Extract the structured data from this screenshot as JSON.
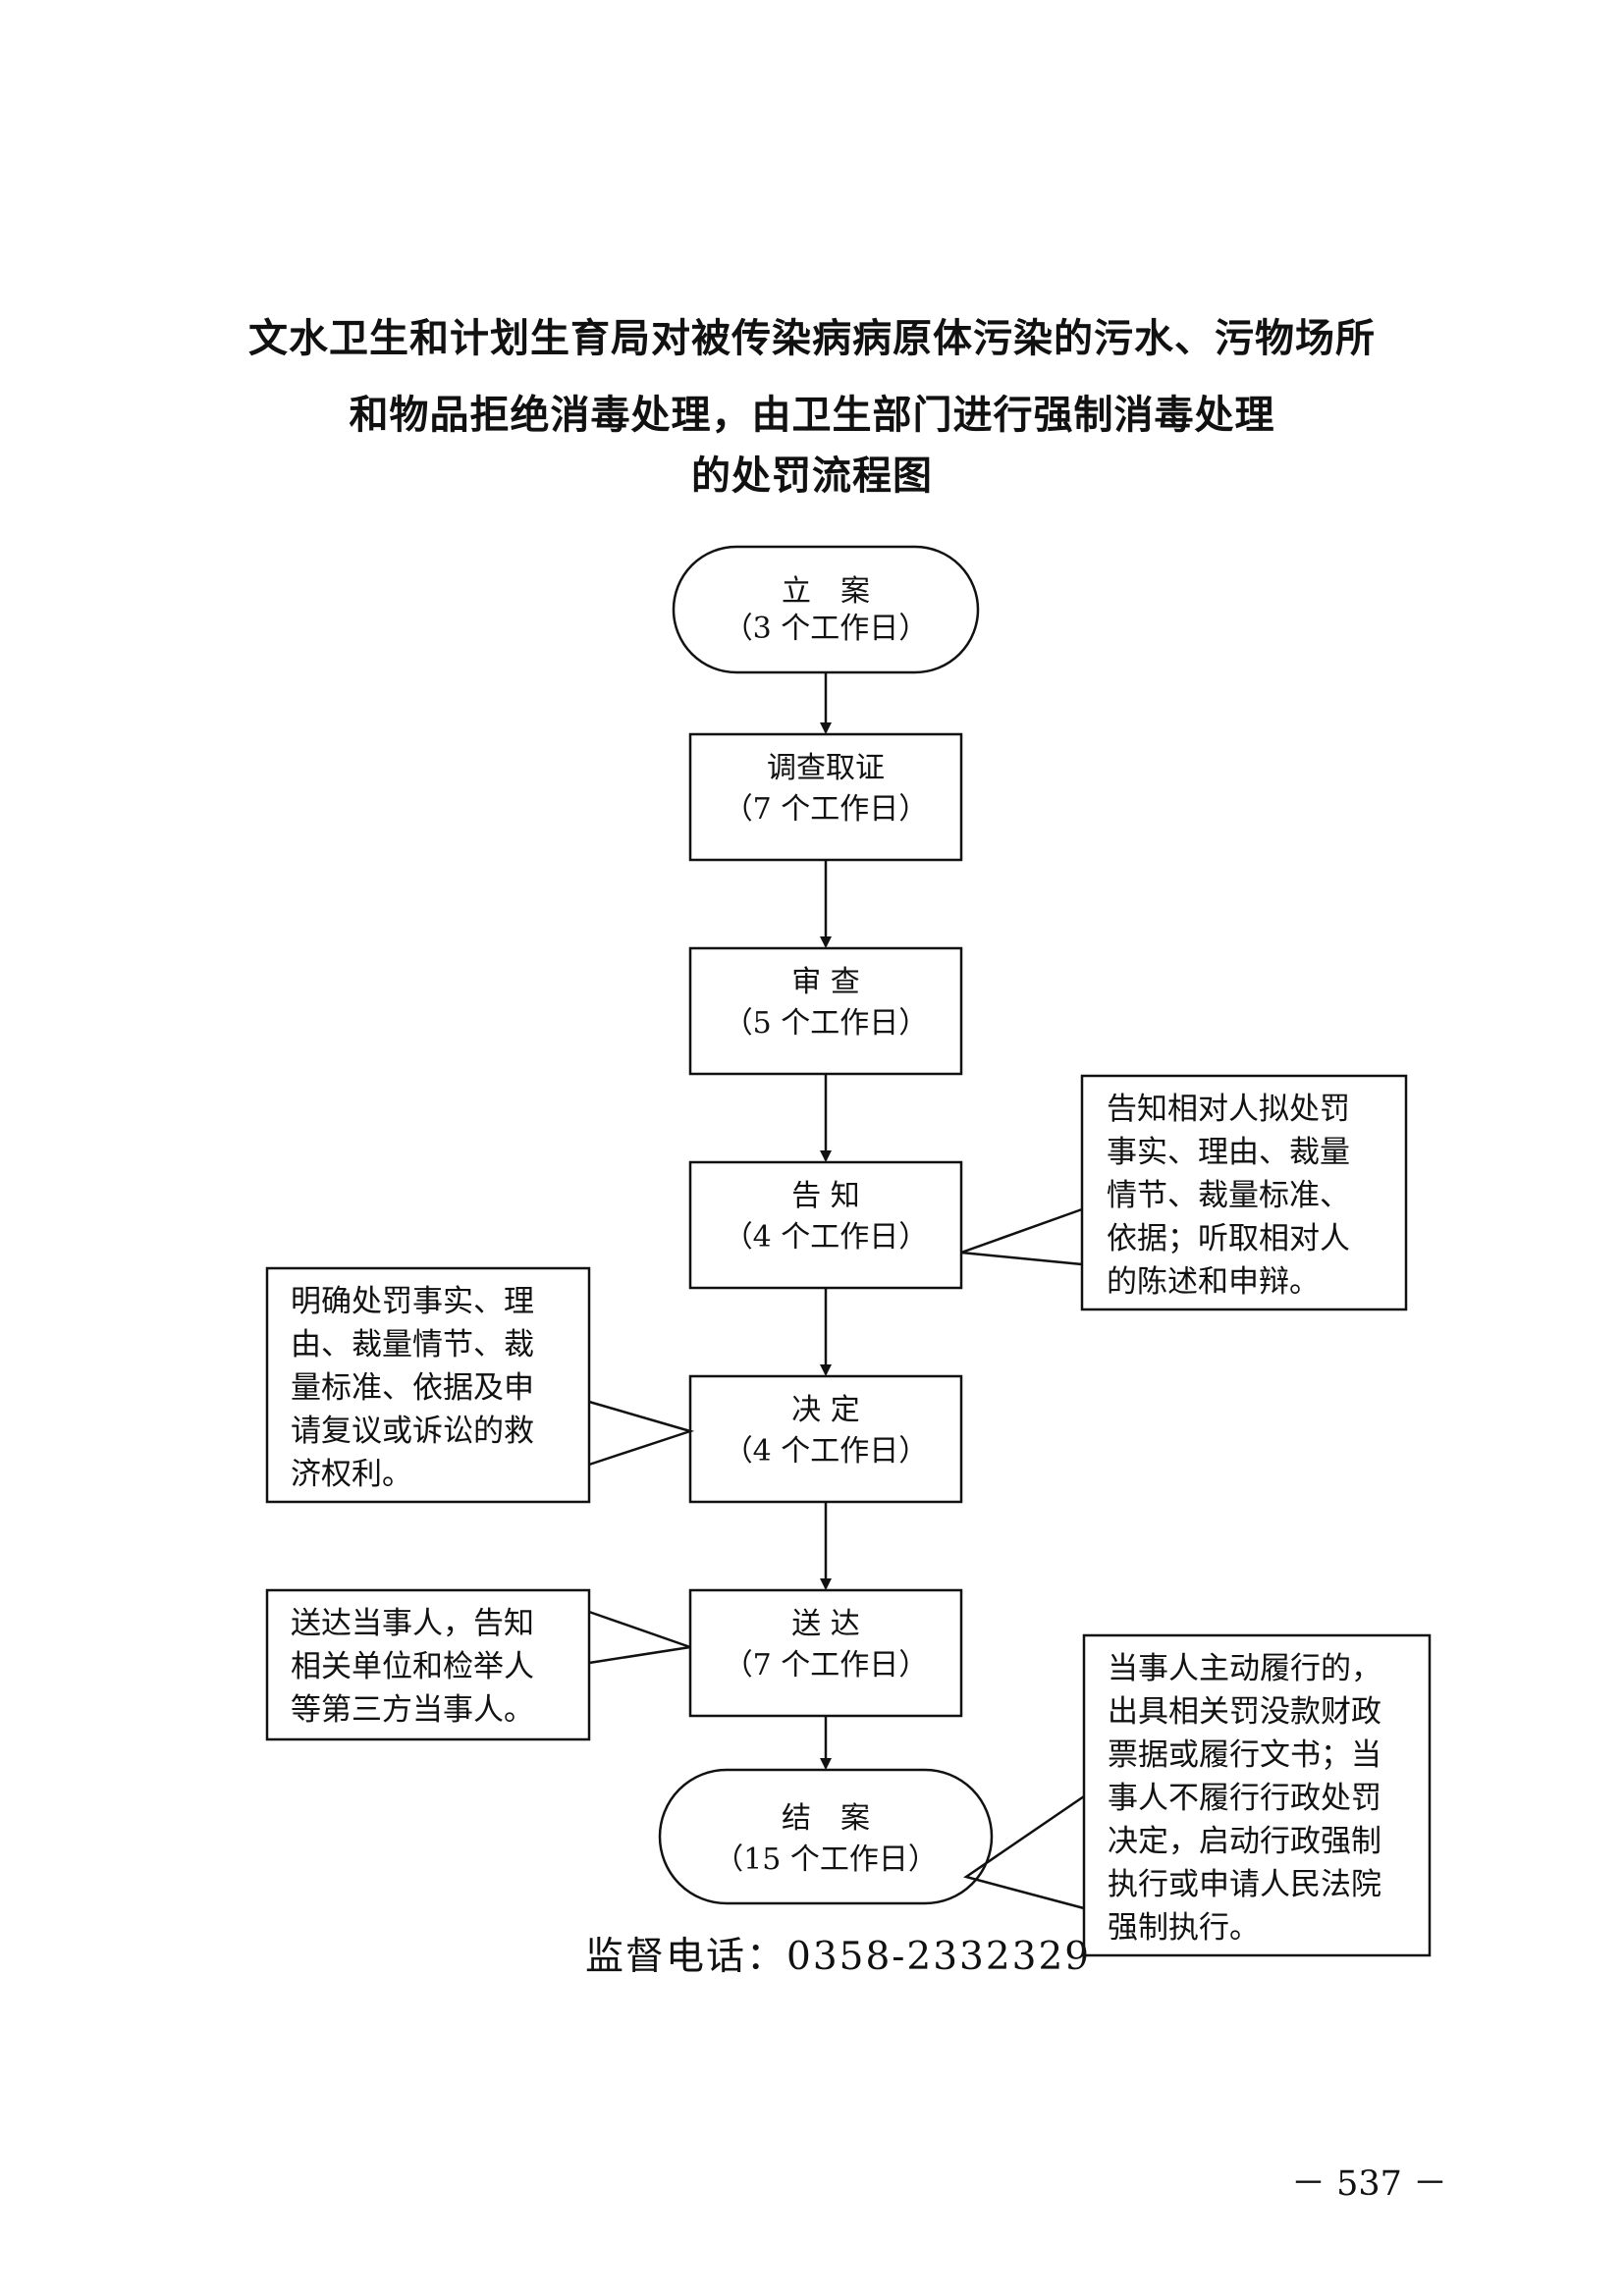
{
  "title": {
    "line1": "文水卫生和计划生育局对被传染病病原体污染的污水、污物场所",
    "line2": "和物品拒绝消毒处理，由卫生部门进行强制消毒处理",
    "line3": "的处罚流程图"
  },
  "steps": [
    {
      "name": "立　案",
      "days": "（3 个工作日）"
    },
    {
      "name": "调查取证",
      "days": "（7 个工作日）"
    },
    {
      "name": "审 查",
      "days": "（5 个工作日）"
    },
    {
      "name": "告 知",
      "days": "（4 个工作日）"
    },
    {
      "name": "决 定",
      "days": "（4 个工作日）"
    },
    {
      "name": "送 达",
      "days": "（7 个工作日）"
    },
    {
      "name": "结　案",
      "days": "（15 个工作日）"
    }
  ],
  "notes": {
    "inform": [
      "告知相对人拟处罚",
      "事实、理由、裁量",
      "情节、裁量标准、",
      "依据；听取相对人",
      "的陈述和申辩。"
    ],
    "decide": [
      "明确处罚事实、理",
      "由、裁量情节、裁",
      "量标准、依据及申",
      "请复议或诉讼的救",
      "济权利。"
    ],
    "deliver": [
      "送达当事人，告知",
      "相关单位和检举人",
      "等第三方当事人。"
    ],
    "close": [
      "当事人主动履行的，",
      "出具相关罚没款财政",
      "票据或履行文书；当",
      "事人不履行行政处罚",
      "决定，启动行政强制",
      "执行或申请人民法院",
      "强制执行。"
    ]
  },
  "phone": "监督电话：0358-2332329",
  "page_number": "－ 537 －"
}
